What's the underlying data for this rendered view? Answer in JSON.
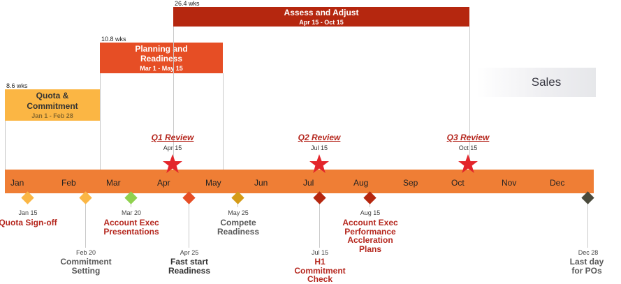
{
  "swimlane_label": "Sales",
  "colors": {
    "timeline": "#ef7e35",
    "quota_bar": "#fbb644",
    "planning_bar": "#e64e25",
    "assess_bar": "#b5270f",
    "review_red": "#b5271e",
    "star_red": "#e3252b"
  },
  "months": [
    "Jan",
    "Feb",
    "Mar",
    "Apr",
    "May",
    "Jun",
    "Jul",
    "Aug",
    "Sep",
    "Oct",
    "Nov",
    "Dec"
  ],
  "tasks": [
    {
      "id": "quota",
      "duration": "8.6 wks",
      "title_lines": [
        "Quota &",
        "Commitment"
      ],
      "dates": "Jan 1 - Feb 28",
      "color": "#fbb644",
      "date_color": "#8a6a2e",
      "title_color": "#333333"
    },
    {
      "id": "planning",
      "duration": "10.8 wks",
      "title_lines": [
        "Planning and",
        "Readiness"
      ],
      "dates": "Mar 1 - May 15",
      "color": "#e64e25",
      "date_color": "#ffffff",
      "title_color": "#ffffff"
    },
    {
      "id": "assess",
      "duration": "26.4 wks",
      "title_lines": [
        "Assess and Adjust"
      ],
      "dates": "Apr 15 - Oct 15",
      "color": "#b5270f",
      "date_color": "#ffffff",
      "title_color": "#ffffff"
    }
  ],
  "reviews": [
    {
      "title": "Q1 Review",
      "date": "Apr 15"
    },
    {
      "title": "Q2 Review",
      "date": "Jul 15"
    },
    {
      "title": "Q3 Review",
      "date": "Oct 15"
    }
  ],
  "milestones": [
    {
      "date": "Jan 15",
      "label": "Quota Sign-off",
      "diamond": "#fbb644",
      "text_color": "#b5271e"
    },
    {
      "date": "Feb 20",
      "label": "Commitment\nSetting",
      "diamond": "#fbb644",
      "text_color": "#595959"
    },
    {
      "date": "Mar 20",
      "label": "Account Exec\nPresentations",
      "diamond": "#8fd14f",
      "text_color": "#b5271e"
    },
    {
      "date": "Apr 25",
      "label": "Fast start\nReadiness",
      "diamond": "#e64e25",
      "text_color": "#333333"
    },
    {
      "date": "May 25",
      "label": "Compete\nReadiness",
      "diamond": "#d59b17",
      "text_color": "#595959"
    },
    {
      "date": "Jul 15",
      "label": "H1\nCommitment\nCheck",
      "diamond": "#b5270f",
      "text_color": "#b5271e"
    },
    {
      "date": "Aug 15",
      "label": "Account Exec\nPerformance\nAccleration\nPlans",
      "diamond": "#b5270f",
      "text_color": "#b5271e"
    },
    {
      "date": "Dec 28",
      "label": "Last day\nfor POs",
      "diamond": "#4a4a3c",
      "text_color": "#595959"
    }
  ]
}
